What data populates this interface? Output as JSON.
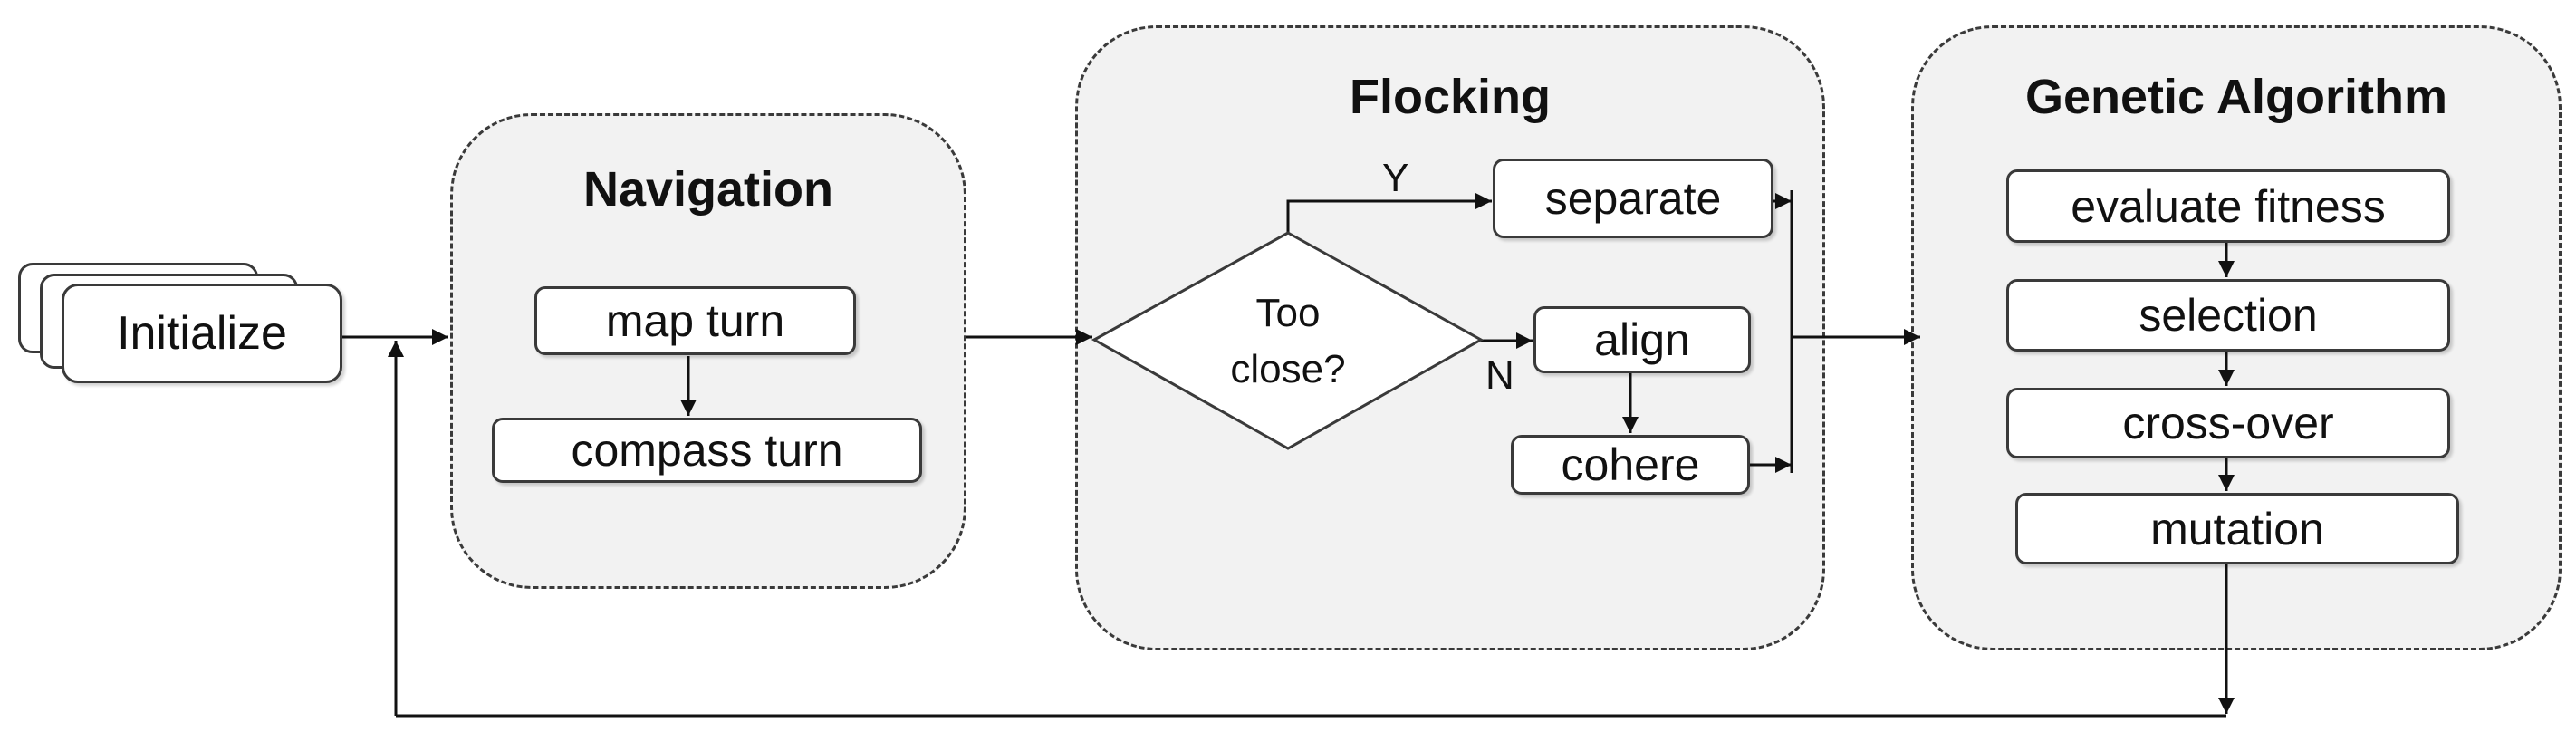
{
  "start": {
    "label": "Initialize"
  },
  "navigation": {
    "title": "Navigation",
    "steps": [
      "map turn",
      "compass turn"
    ]
  },
  "flocking": {
    "title": "Flocking",
    "decision": {
      "line1": "Too",
      "line2": "close?"
    },
    "yes_label": "Y",
    "no_label": "N",
    "steps": {
      "separate": "separate",
      "align": "align",
      "cohere": "cohere"
    }
  },
  "genetic_algorithm": {
    "title": "Genetic Algorithm",
    "steps": [
      "evaluate fitness",
      "selection",
      "cross-over",
      "mutation"
    ]
  },
  "colors": {
    "group_fill": "#f2f2f2",
    "border": "#3a3a3a",
    "line": "#111111"
  }
}
